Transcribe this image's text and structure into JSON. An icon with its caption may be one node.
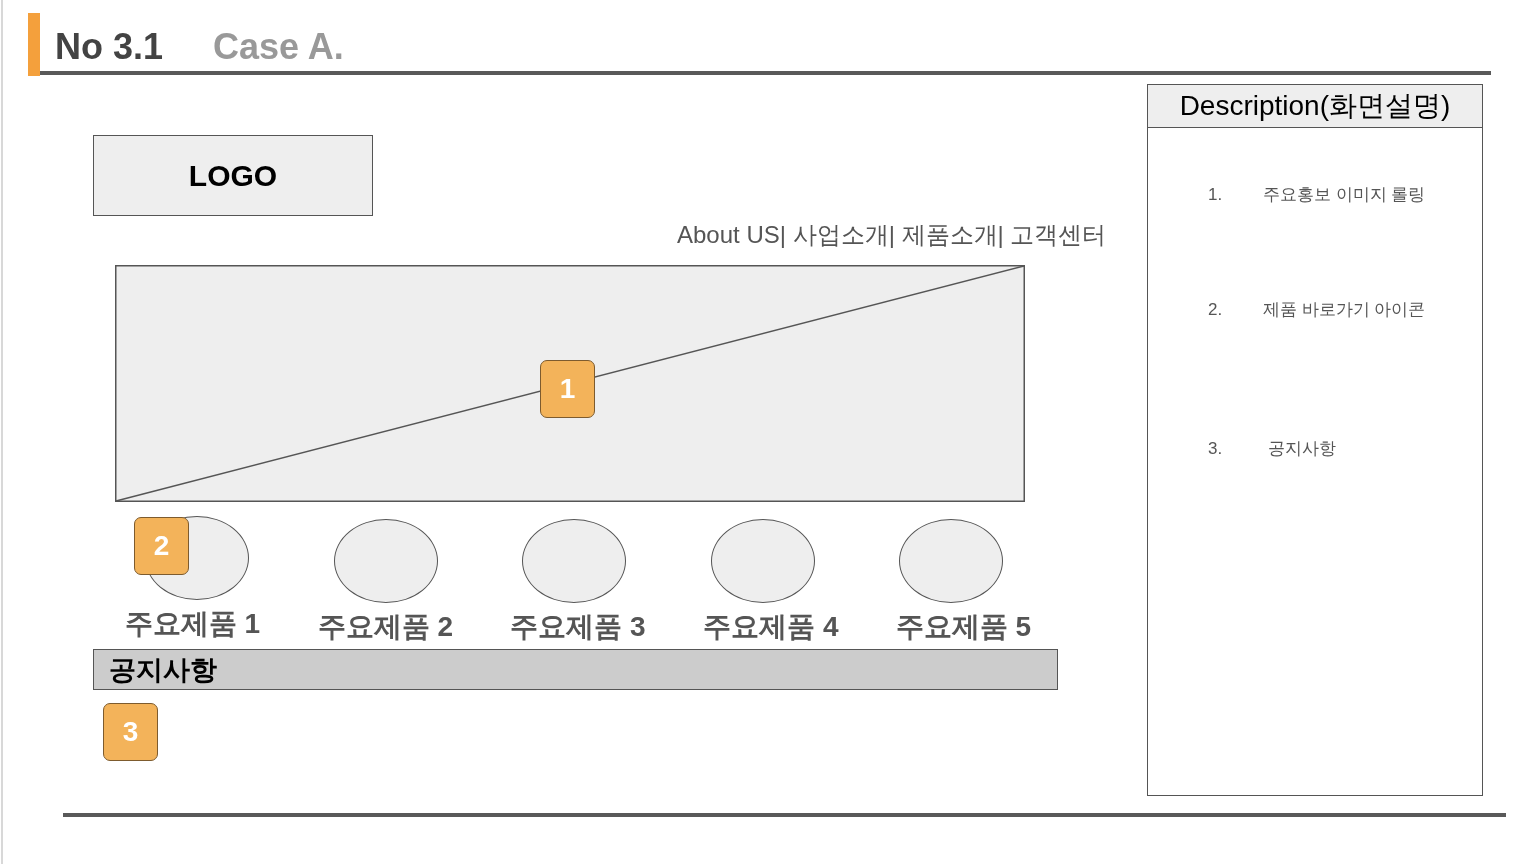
{
  "diagram": {
    "title": "No 3.1",
    "nodes": [
      {
        "text": [
          "LOGO"
        ]
      },
      {
        "text": [],
        "shape": "box"
      },
      {
        "text": [
          "1"
        ],
        "in": 1
      },
      {
        "text": [
          "2"
        ]
      },
      {
        "text": [],
        "shape": "circle",
        "beside": [
          "주요제품 1"
        ]
      },
      {
        "text": [],
        "shape": "circle",
        "beside": [
          "주요제품 2"
        ]
      },
      {
        "text": [],
        "shape": "circle",
        "beside": [
          "주요제품 3"
        ]
      },
      {
        "text": [],
        "shape": "circle",
        "beside": [
          "주요제품 4"
        ]
      },
      {
        "text": [],
        "shape": "circle",
        "beside": [
          "주요제품 5"
        ]
      },
      {
        "text": [
          "공지사항"
        ]
      },
      {
        "text": [
          "3"
        ]
      },
      {
        "text": [
          "Description(화면설명)"
        ]
      }
    ],
    "labels": [
      "Case A.",
      "About US| 사업소개| 제품소개| 고객센터",
      "1.",
      "주요홍보 이미지 롤링",
      "2.",
      "제품 바로가기 아이콘",
      "3.",
      "공지사항"
    ]
  }
}
